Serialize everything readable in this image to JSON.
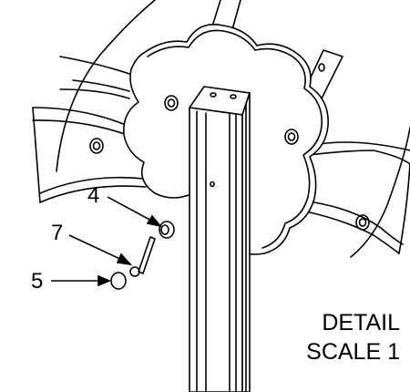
{
  "callouts": [
    {
      "number": "4",
      "part": "washer"
    },
    {
      "number": "7",
      "part": "bolt"
    },
    {
      "number": "5",
      "part": "cap"
    }
  ],
  "detail_label": {
    "line1": "DETAIL",
    "line2": "SCALE 1"
  },
  "colors": {
    "line": "#000000",
    "background": "#ffffff"
  }
}
